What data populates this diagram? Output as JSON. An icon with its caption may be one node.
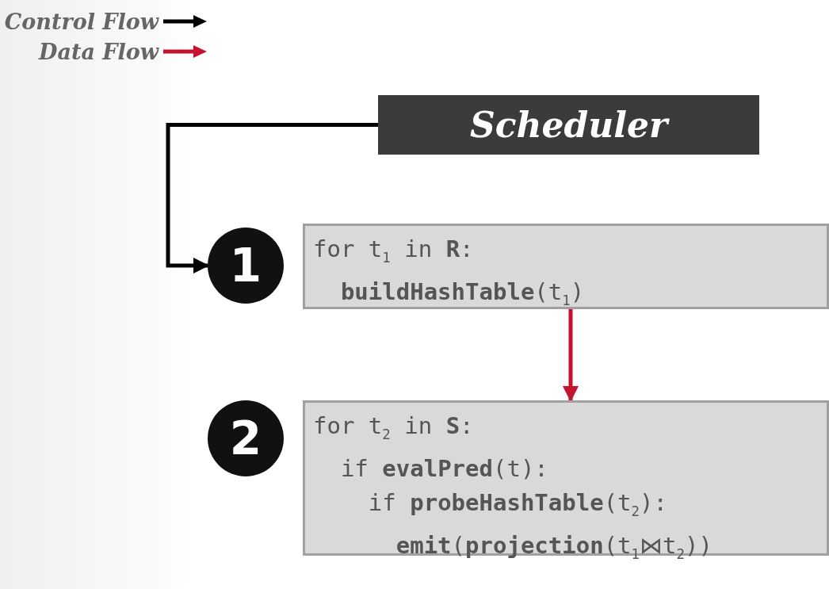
{
  "diagram": {
    "nodes": [
      {
        "text": [
          "Scheduler"
        ]
      },
      {
        "text": [
          "1"
        ]
      },
      {
        "text": [
          "for t$_{1}$ in **R**:",
          "**buildHashTable**(t$_{1}$)"
        ]
      },
      {
        "text": [
          "2"
        ]
      },
      {
        "text": [
          "for t$_{2}$ in **S**:",
          "if **evalPred**(t):",
          "if **probeHashTable**(t$_{2}$):",
          "**emit**(**projection**(t$_{1}$⋈t$_{2}$))"
        ]
      }
    ],
    "edges": [
      {
        "from": 0,
        "to": 1,
        "arrow": "to"
      },
      {
        "from": 2,
        "to": 4,
        "arrow": "to",
        "color": "#c41230"
      }
    ],
    "legend": [
      {
        "text": "Control Flow"
      },
      {
        "text": "Data Flow"
      }
    ]
  }
}
